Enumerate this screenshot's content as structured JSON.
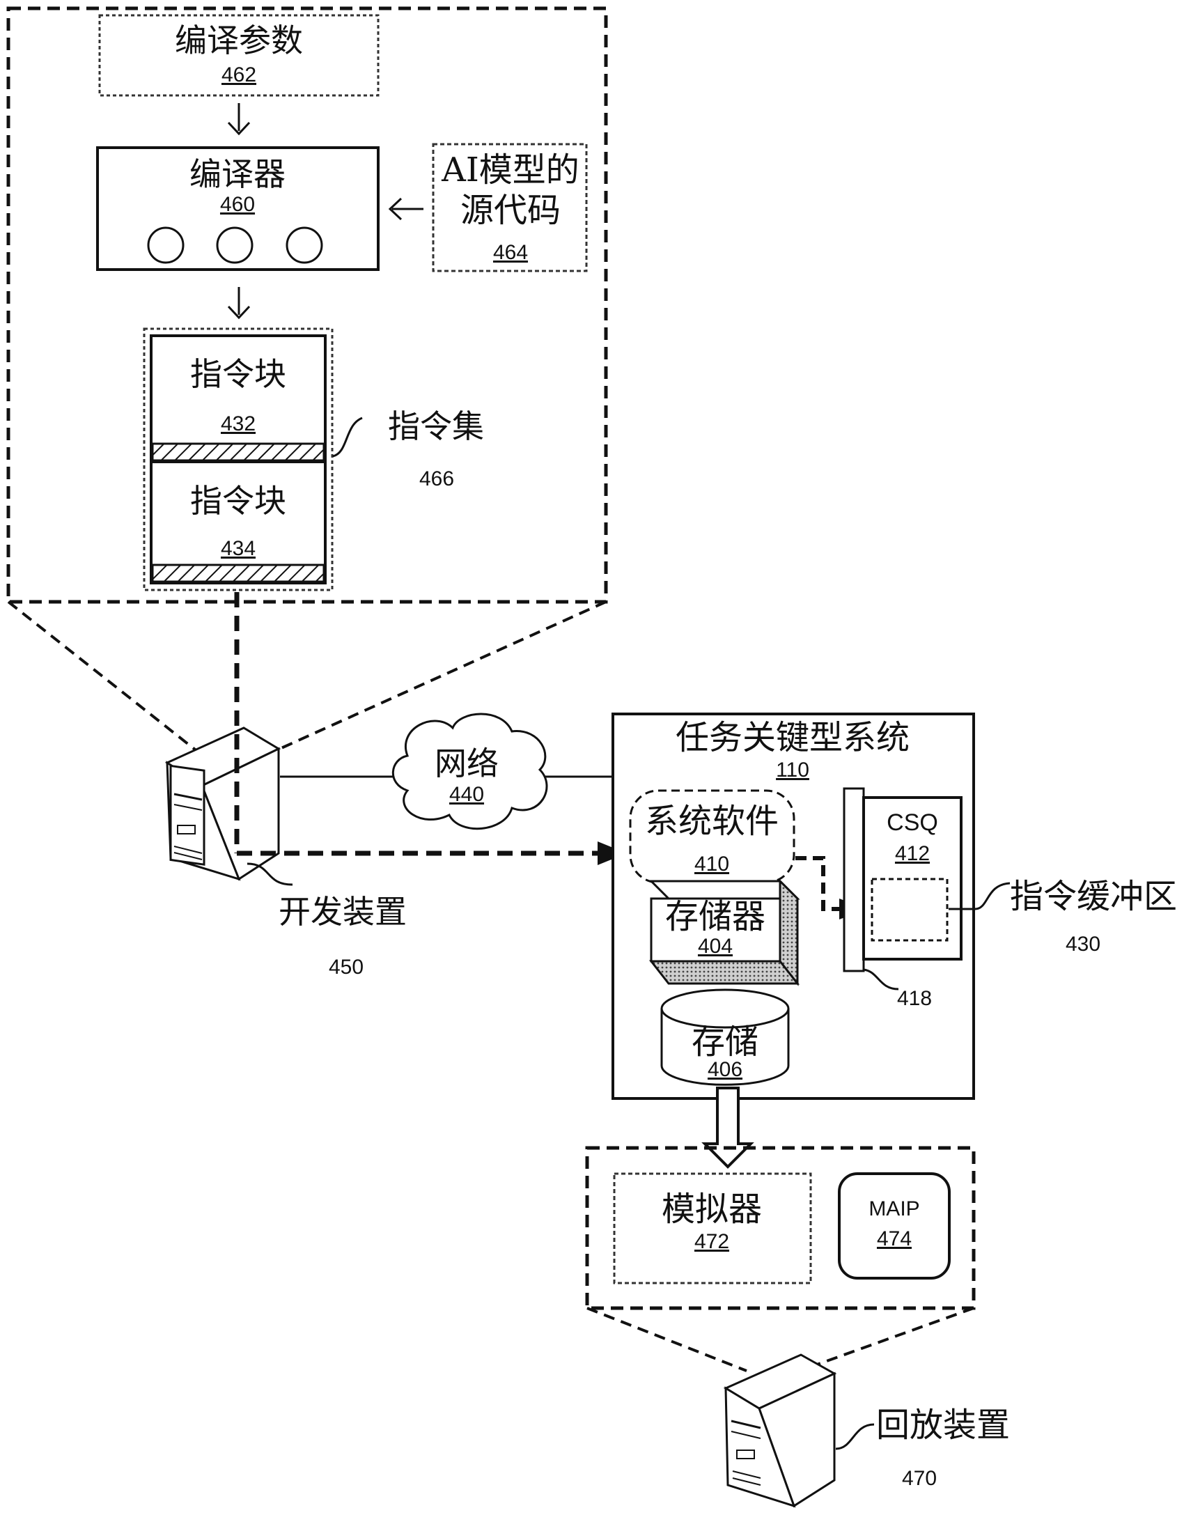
{
  "dev_zoom": {
    "compile_params": {
      "label": "编译参数",
      "ref": "462"
    },
    "compiler": {
      "label": "编译器",
      "ref": "460"
    },
    "ai_source": {
      "label_line1": "AI模型的",
      "label_line2": "源代码",
      "ref": "464"
    },
    "block_1": {
      "label": "指令块",
      "ref": "432"
    },
    "block_2": {
      "label": "指令块",
      "ref": "434"
    },
    "instruction_set": {
      "label": "指令集",
      "ref": "466"
    }
  },
  "dev_device": {
    "label": "开发装置",
    "ref": "450"
  },
  "network": {
    "label": "网络",
    "ref": "440"
  },
  "mission_system": {
    "title": "任务关键型系统",
    "ref": "110",
    "system_software": {
      "label": "系统软件",
      "ref": "410"
    },
    "memory": {
      "label": "存储器",
      "ref": "404"
    },
    "storage": {
      "label": "存储",
      "ref": "406"
    },
    "csq": {
      "label": "CSQ",
      "ref": "412"
    },
    "bracket_ref": "418"
  },
  "instruction_buffer": {
    "label": "指令缓冲区",
    "ref": "430"
  },
  "playback_zoom": {
    "simulator": {
      "label": "模拟器",
      "ref": "472"
    },
    "maip": {
      "label": "MAIP",
      "ref": "474"
    }
  },
  "playback_device": {
    "label": "回放装置",
    "ref": "470"
  }
}
